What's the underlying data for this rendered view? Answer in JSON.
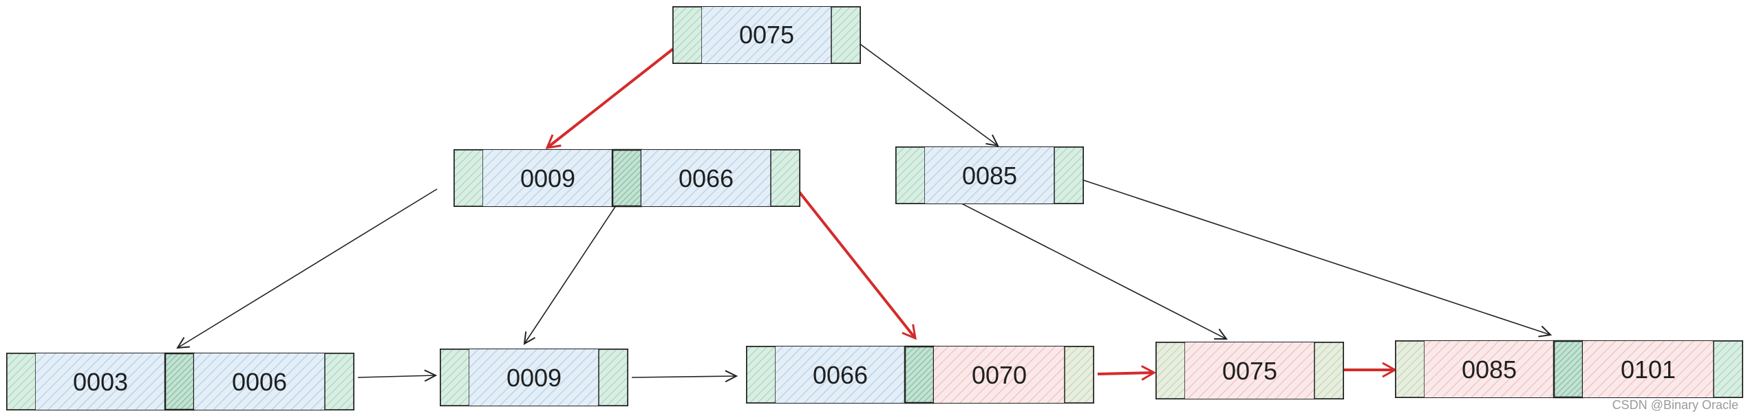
{
  "colors": {
    "red_arrow": "#d42b2b",
    "black_arrow": "#222222",
    "border": "#222222",
    "blue_key_fill": "#dbe8f3",
    "pink_key_fill": "#f7dede",
    "green_pointer_fill": "#cfe7dc"
  },
  "tree": {
    "root": {
      "keys": [
        "0075"
      ]
    },
    "internal_left": {
      "keys": [
        "0009",
        "0066"
      ]
    },
    "internal_right": {
      "keys": [
        "0085"
      ]
    },
    "leaf_1": {
      "keys": [
        "0003",
        "0006"
      ]
    },
    "leaf_2": {
      "keys": [
        "0009"
      ]
    },
    "leaf_3": {
      "keys": [
        "0066",
        "0070"
      ]
    },
    "leaf_4": {
      "keys": [
        "0075"
      ]
    },
    "leaf_5": {
      "keys": [
        "0085",
        "0101"
      ]
    }
  },
  "watermark": "CSDN @Binary Oracle"
}
